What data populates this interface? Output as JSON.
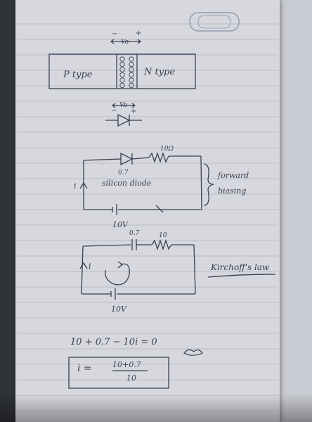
{
  "pn_junction": {
    "p_label": "P type",
    "n_label": "N type",
    "voltage_label": "Vo",
    "minus": "−",
    "plus": "+"
  },
  "diode_symbol": {
    "voltage_label": "Vo",
    "minus": "−",
    "plus": "+"
  },
  "forward_circuit": {
    "resistor_label": "10Ω",
    "diode_drop": "0.7",
    "diode_name": "silicon diode",
    "current_label": "i",
    "battery_label": "10V",
    "side_note_line1": "forward",
    "side_note_line2": "biasing"
  },
  "kirchhoff_circuit": {
    "diode_drop": "0.7",
    "resistor_label": "10",
    "current_label": "i",
    "battery_label": "10V",
    "side_note": "Kirchoff's law"
  },
  "equations": {
    "line1": "10 + 0.7 − 10i = 0",
    "lhs": "i =",
    "numerator": "10+0.7",
    "denominator": "10"
  },
  "colors": {
    "ink": "#3a3e52",
    "rule_line": "#b8bccb",
    "paper": "#d7d8de"
  }
}
